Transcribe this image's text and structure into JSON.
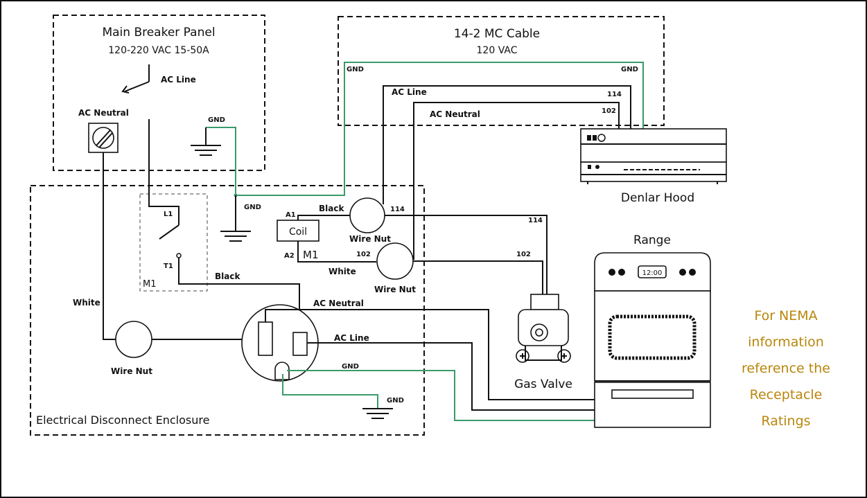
{
  "panels": {
    "main_breaker": {
      "title": "Main Breaker Panel",
      "subtitle": "120-220 VAC 15-50A",
      "ac_line": "AC Line",
      "ac_neutral": "AC Neutral",
      "gnd": "GND"
    },
    "mc_cable": {
      "title": "14-2 MC Cable",
      "subtitle": "120 VAC",
      "gnd_left": "GND",
      "gnd_right": "GND",
      "ac_line": "AC Line",
      "ac_neutral": "AC Neutral",
      "wire_114": "114",
      "wire_102": "102"
    },
    "enclosure": {
      "title": "Electrical Disconnect Enclosure"
    }
  },
  "enclosure_labels": {
    "gnd": "GND",
    "l1": "L1",
    "t1": "T1",
    "m1_switch": "M1",
    "black_switch": "Black",
    "white": "White",
    "wire_nut_left": "Wire Nut",
    "a1": "A1",
    "a2": "A2",
    "coil": "Coil",
    "m1_coil": "M1",
    "black_coil": "Black",
    "wire_nut_top": "Wire Nut",
    "w114": "114",
    "w102": "102",
    "white_coil": "White",
    "wire_nut_bottom": "Wire Nut",
    "ac_neutral": "AC Neutral",
    "ac_line": "AC Line",
    "gnd_recept": "GND",
    "gnd_ground": "GND"
  },
  "external_labels": {
    "w114": "114",
    "w102": "102",
    "hood": "Denlar Hood",
    "range": "Range",
    "clock": "12:00",
    "gas_valve": "Gas Valve"
  },
  "note": [
    "For NEMA",
    "information",
    "reference the",
    "Receptacle",
    "Ratings"
  ],
  "colors": {
    "ground_wire": "#3a9a6a",
    "note": "#b8860b"
  }
}
